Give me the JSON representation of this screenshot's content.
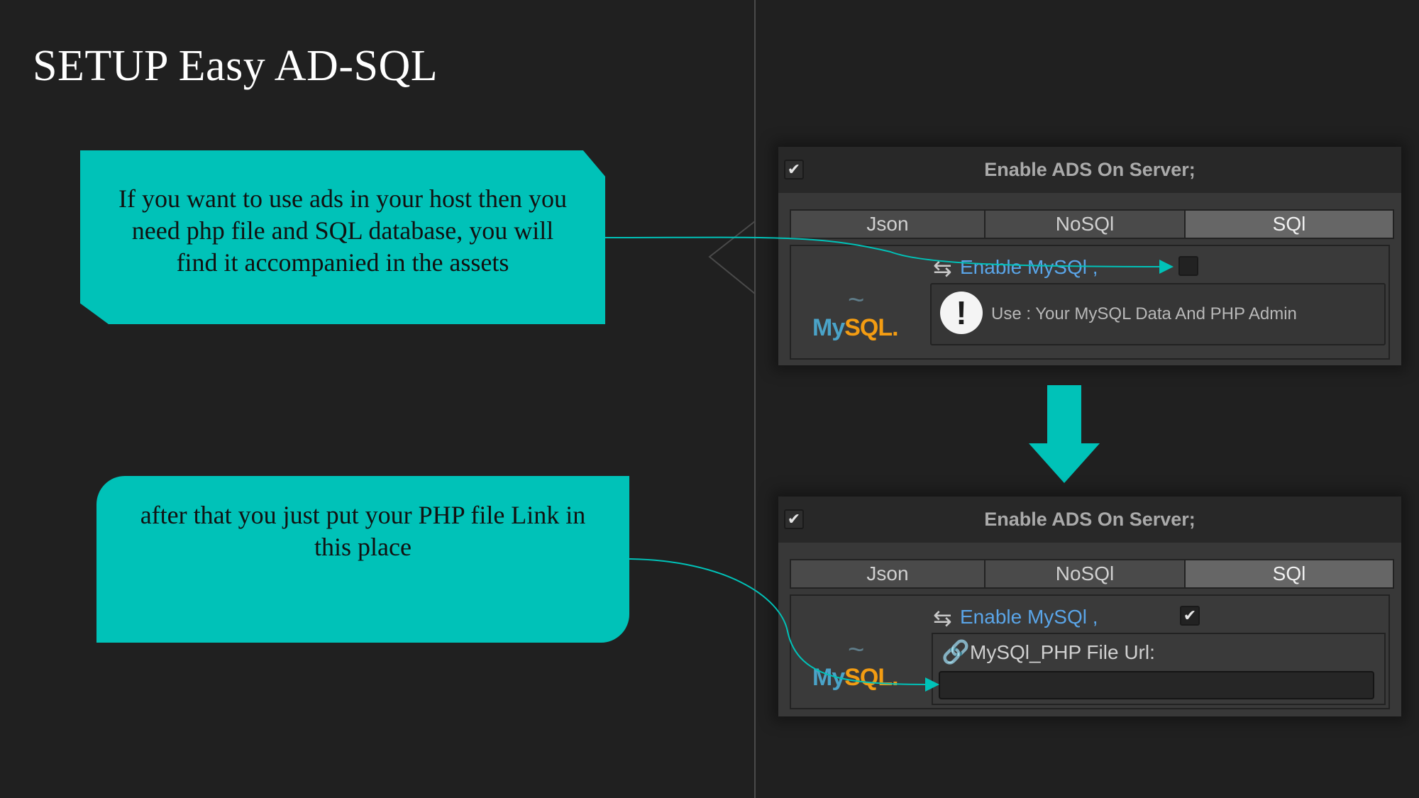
{
  "slide": {
    "title": "SETUP Easy AD-SQL"
  },
  "callouts": [
    {
      "text": "If you want to use ads in your host then you need php file and SQL database, you will find it accompanied in the assets"
    },
    {
      "text": "after that you just put your PHP file  Link in this place"
    }
  ],
  "panel_before": {
    "header_label": "Enable ADS On Server;",
    "header_checked": true,
    "tabs": [
      {
        "label": "Json"
      },
      {
        "label": "NoSQl"
      },
      {
        "label": "SQl"
      }
    ],
    "selected_tab": "SQl",
    "logo": {
      "my": "My",
      "sql": "SQL",
      "dot": "."
    },
    "toggle_label": "Enable MySQl ,",
    "toggle_checked": false,
    "help_text": "Use : Your MySQL Data And PHP Admin"
  },
  "panel_after": {
    "header_label": "Enable ADS On Server;",
    "header_checked": true,
    "tabs": [
      {
        "label": "Json"
      },
      {
        "label": "NoSQl"
      },
      {
        "label": "SQl"
      }
    ],
    "selected_tab": "SQl",
    "logo": {
      "my": "My",
      "sql": "SQL",
      "dot": "."
    },
    "toggle_label": "Enable MySQl ,",
    "toggle_checked": true,
    "url_label": "MySQl_PHP File Url:",
    "url_value": ""
  },
  "icons": {
    "checkmark": "✔",
    "toggle": "⇆",
    "warning": "!",
    "link": "🔗",
    "dolphin": "~"
  },
  "colors": {
    "background": "#202020",
    "accent": "#00c2b8",
    "toggle_label": "#5aa5e8",
    "mysql_blue": "#4aa3c8",
    "mysql_orange": "#f39c12"
  }
}
